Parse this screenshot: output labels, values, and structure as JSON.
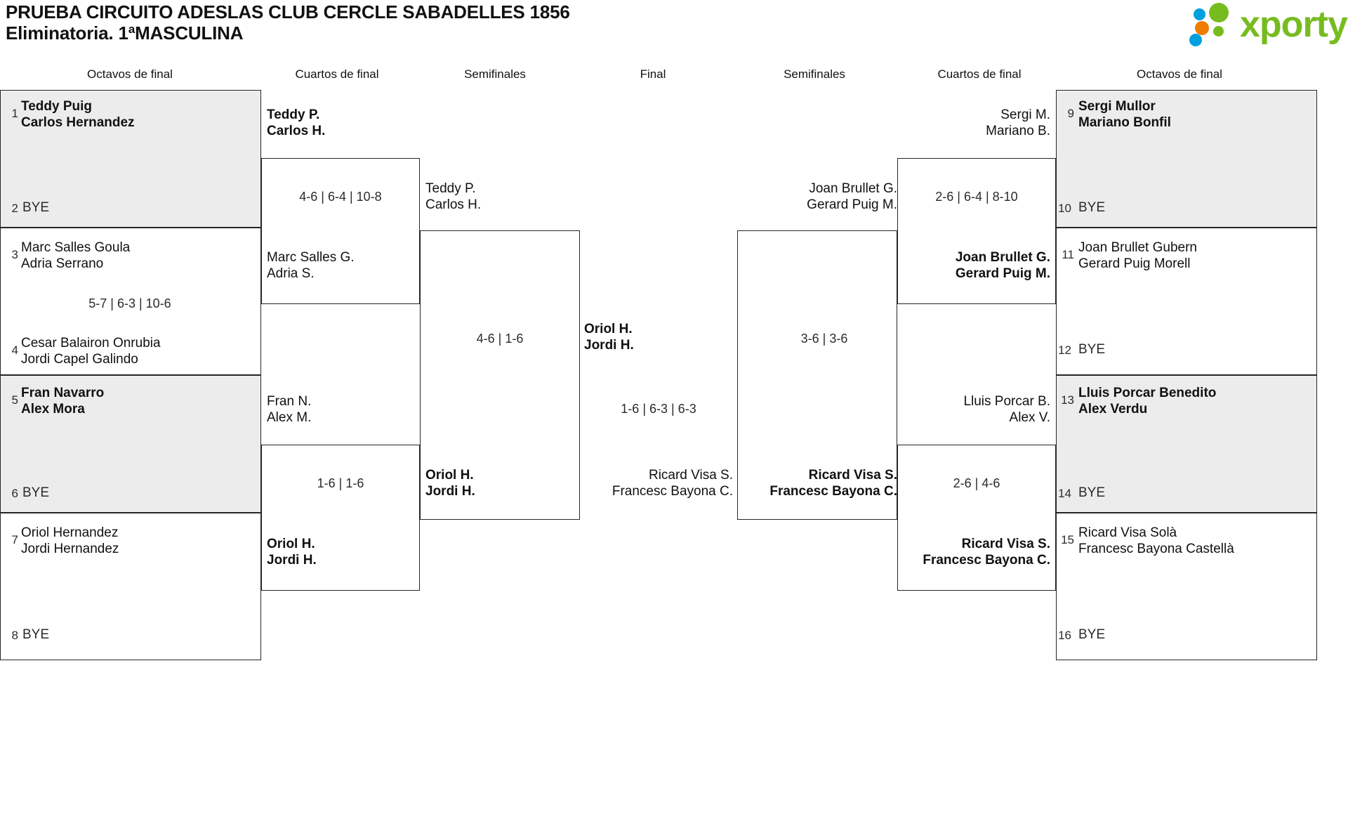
{
  "header": {
    "title_line1": "PRUEBA CIRCUITO ADESLAS CLUB CERCLE SABADELLES 1856",
    "title_line2": "Eliminatoria. 1ªMASCULINA",
    "logo_text": "xporty",
    "logo_colors": {
      "green": "#77bc1f",
      "blue": "#00a0df",
      "orange": "#ef7d00"
    }
  },
  "round_headers": {
    "r1_left": "Octavos de final",
    "r2_left": "Cuartos de final",
    "r3_left": "Semifinales",
    "final": "Final",
    "r3_right": "Semifinales",
    "r2_right": "Cuartos de final",
    "r1_right": "Octavos de final"
  },
  "labels": {
    "bye": "BYE"
  },
  "left": {
    "octavos": [
      {
        "seed": "1",
        "p1": "Teddy Puig",
        "p2": "Carlos Hernandez",
        "bold": true,
        "shaded": true
      },
      {
        "seed": "2",
        "bye": "BYE"
      },
      {
        "seed": "3",
        "p1": "Marc Salles Goula",
        "p2": "Adria Serrano",
        "bold": false,
        "shaded": false
      },
      {
        "seed": "4",
        "p1": "Cesar Balairon Onrubia",
        "p2": "Jordi Capel Galindo",
        "bold": false,
        "shaded": false
      },
      {
        "seed": "5",
        "p1": "Fran Navarro",
        "p2": "Alex Mora",
        "bold": true,
        "shaded": true
      },
      {
        "seed": "6",
        "bye": "BYE"
      },
      {
        "seed": "7",
        "p1": "Oriol Hernandez",
        "p2": "Jordi Hernandez",
        "bold": false,
        "shaded": false
      },
      {
        "seed": "8",
        "bye": "BYE"
      }
    ],
    "octavos_scores": [
      {
        "score": "5-7 | 6-3 | 10-6"
      }
    ],
    "cuartos": [
      {
        "p1": "Teddy P.",
        "p2": "Carlos H.",
        "bold": true
      },
      {
        "p1": "Marc Salles G.",
        "p2": "Adria S.",
        "bold": false
      },
      {
        "p1": "Fran N.",
        "p2": "Alex M.",
        "bold": false
      },
      {
        "p1": "Oriol H.",
        "p2": "Jordi H.",
        "bold": true
      }
    ],
    "cuartos_scores": [
      {
        "score": "4-6 | 6-4 | 10-8"
      },
      {
        "score": "1-6 | 1-6"
      }
    ],
    "semifinales": [
      {
        "p1": "Teddy P.",
        "p2": "Carlos H.",
        "bold": false
      },
      {
        "p1": "Oriol H.",
        "p2": "Jordi H.",
        "bold": true
      }
    ],
    "semifinales_scores": [
      {
        "score": "4-6 | 1-6"
      }
    ]
  },
  "final": {
    "top": {
      "p1": "Oriol H.",
      "p2": "Jordi H.",
      "bold": true
    },
    "bottom": {
      "p1": "Ricard Visa S.",
      "p2": "Francesc Bayona C.",
      "bold": false
    },
    "score": "1-6 | 6-3 | 6-3"
  },
  "right": {
    "semifinales": [
      {
        "p1": "Joan Brullet G.",
        "p2": "Gerard Puig M.",
        "bold": false
      },
      {
        "p1": "Ricard Visa S.",
        "p2": "Francesc Bayona C.",
        "bold": true
      }
    ],
    "semifinales_scores": [
      {
        "score": "3-6 | 3-6"
      }
    ],
    "cuartos": [
      {
        "p1": "Sergi M.",
        "p2": "Mariano B.",
        "bold": false
      },
      {
        "p1": "Joan Brullet G.",
        "p2": "Gerard Puig M.",
        "bold": true
      },
      {
        "p1": "Lluis Porcar B.",
        "p2": "Alex V.",
        "bold": false
      },
      {
        "p1": "Ricard Visa S.",
        "p2": "Francesc Bayona C.",
        "bold": true
      }
    ],
    "cuartos_scores": [
      {
        "score": "2-6 | 6-4 | 8-10"
      },
      {
        "score": "2-6 | 4-6"
      }
    ],
    "octavos": [
      {
        "seed": "9",
        "p1": "Sergi Mullor",
        "p2": "Mariano Bonfil",
        "bold": true,
        "shaded": true
      },
      {
        "seed": "10",
        "bye": "BYE"
      },
      {
        "seed": "11",
        "p1": "Joan Brullet Gubern",
        "p2": "Gerard Puig Morell",
        "bold": false,
        "shaded": false
      },
      {
        "seed": "12",
        "bye": "BYE"
      },
      {
        "seed": "13",
        "p1": "Lluis Porcar Benedito",
        "p2": "Alex Verdu",
        "bold": true,
        "shaded": true
      },
      {
        "seed": "14",
        "bye": "BYE"
      },
      {
        "seed": "15",
        "p1": "Ricard Visa Solà",
        "p2": "Francesc Bayona Castellà",
        "bold": false,
        "shaded": false
      },
      {
        "seed": "16",
        "bye": "BYE"
      }
    ]
  }
}
